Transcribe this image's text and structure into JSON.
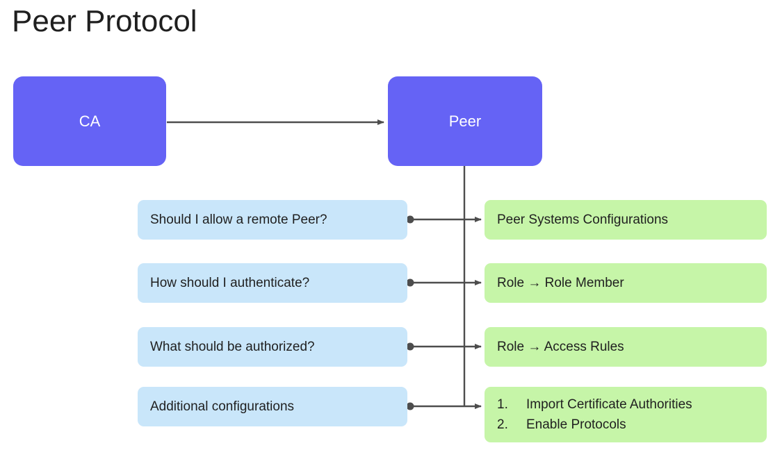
{
  "page": {
    "title": "Peer Protocol",
    "background": "#ffffff"
  },
  "colors": {
    "primary_node": "#6563F5",
    "primary_node_text": "#ffffff",
    "question_node": "#C9E6FA",
    "answer_node": "#C6F5A8",
    "node_text": "#1f1f1f",
    "connector": "#4d4d4d",
    "title_text": "#1f1f1f"
  },
  "diagram": {
    "type": "flowchart",
    "nodes": {
      "ca": {
        "label": "CA"
      },
      "peer": {
        "label": "Peer"
      }
    },
    "rows": [
      {
        "question": "Should I allow a remote Peer?",
        "answer": "Peer Systems Configurations",
        "answer_items": []
      },
      {
        "question": "How should I authenticate?",
        "answer": "Role → Role Member",
        "answer_items": []
      },
      {
        "question": "What should be authorized?",
        "answer": "Role → Access Rules",
        "answer_items": []
      },
      {
        "question": "Additional configurations",
        "answer": "",
        "answer_items": [
          {
            "num": "1.",
            "text": "Import Certificate Authorities"
          },
          {
            "num": "2.",
            "text": "Enable Protocols"
          }
        ]
      }
    ],
    "edges": [
      {
        "from": "ca",
        "to": "peer",
        "style": "arrow"
      },
      {
        "from": "question-1",
        "to": "answer-1",
        "style": "dot-to-arrow"
      },
      {
        "from": "question-2",
        "to": "answer-2",
        "style": "dot-to-arrow"
      },
      {
        "from": "question-3",
        "to": "answer-3",
        "style": "dot-to-arrow"
      },
      {
        "from": "question-4",
        "to": "answer-4",
        "style": "dot-to-arrow"
      },
      {
        "from": "peer",
        "to": "answer-trunk",
        "style": "line"
      }
    ]
  }
}
